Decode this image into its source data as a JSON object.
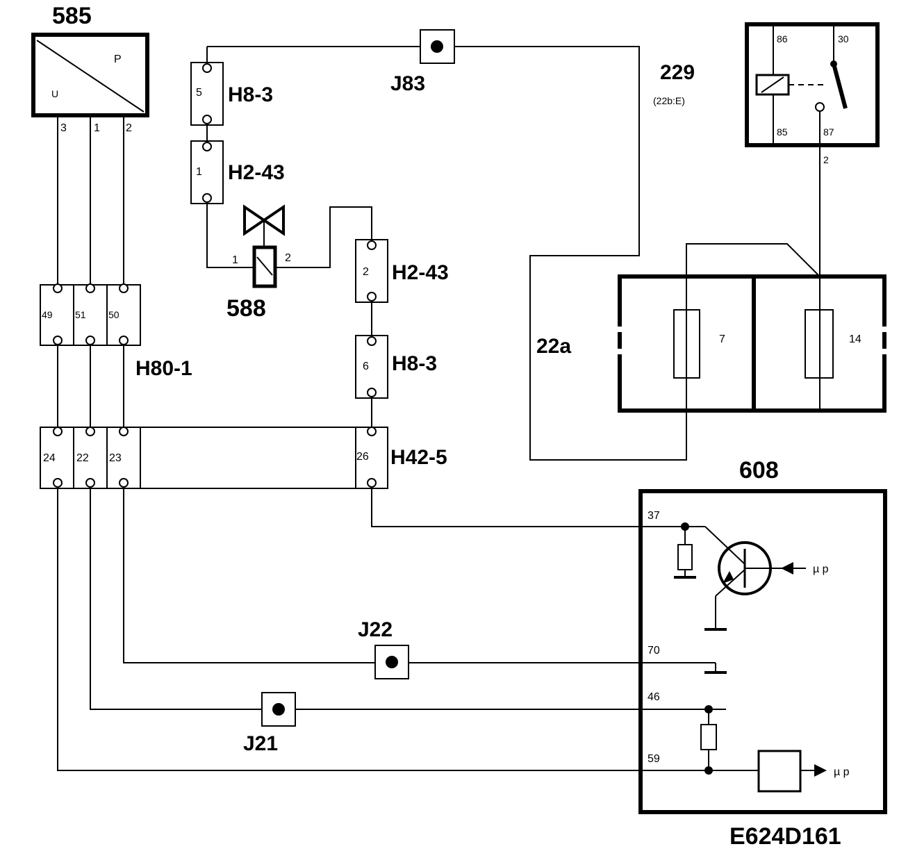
{
  "diagram_id": "E624D161",
  "components": {
    "c585": {
      "label": "585",
      "u": "U",
      "p": "P",
      "pins": [
        "3",
        "1",
        "2"
      ]
    },
    "c588": {
      "label": "588",
      "pin1": "1",
      "pin2": "2"
    },
    "c229": {
      "label": "229",
      "ref": "(22b:E)",
      "p86": "86",
      "p30": "30",
      "p85": "85",
      "p87": "87",
      "p2": "2"
    },
    "c608": {
      "label": "608",
      "p37": "37",
      "p70": "70",
      "p46": "46",
      "p59": "59",
      "mu1": "µ p",
      "mu2": "µ p"
    },
    "fuse": {
      "left": "7",
      "right": "14"
    },
    "c22a": {
      "label": "22a"
    }
  },
  "connectors": {
    "h8_3_top": {
      "label": "H8-3",
      "pin": "5"
    },
    "h2_43_top": {
      "label": "H2-43",
      "pin": "1"
    },
    "h2_43_mid": {
      "label": "H2-43",
      "pin": "2"
    },
    "h8_3_mid": {
      "label": "H8-3",
      "pin": "6"
    },
    "h80_1": {
      "label": "H80-1",
      "pins": [
        "49",
        "51",
        "50"
      ]
    },
    "h42_5": {
      "label": "H42-5",
      "pins": [
        "24",
        "22",
        "23",
        "26"
      ]
    }
  },
  "junctions": {
    "j83": "J83",
    "j22": "J22",
    "j21": "J21"
  }
}
